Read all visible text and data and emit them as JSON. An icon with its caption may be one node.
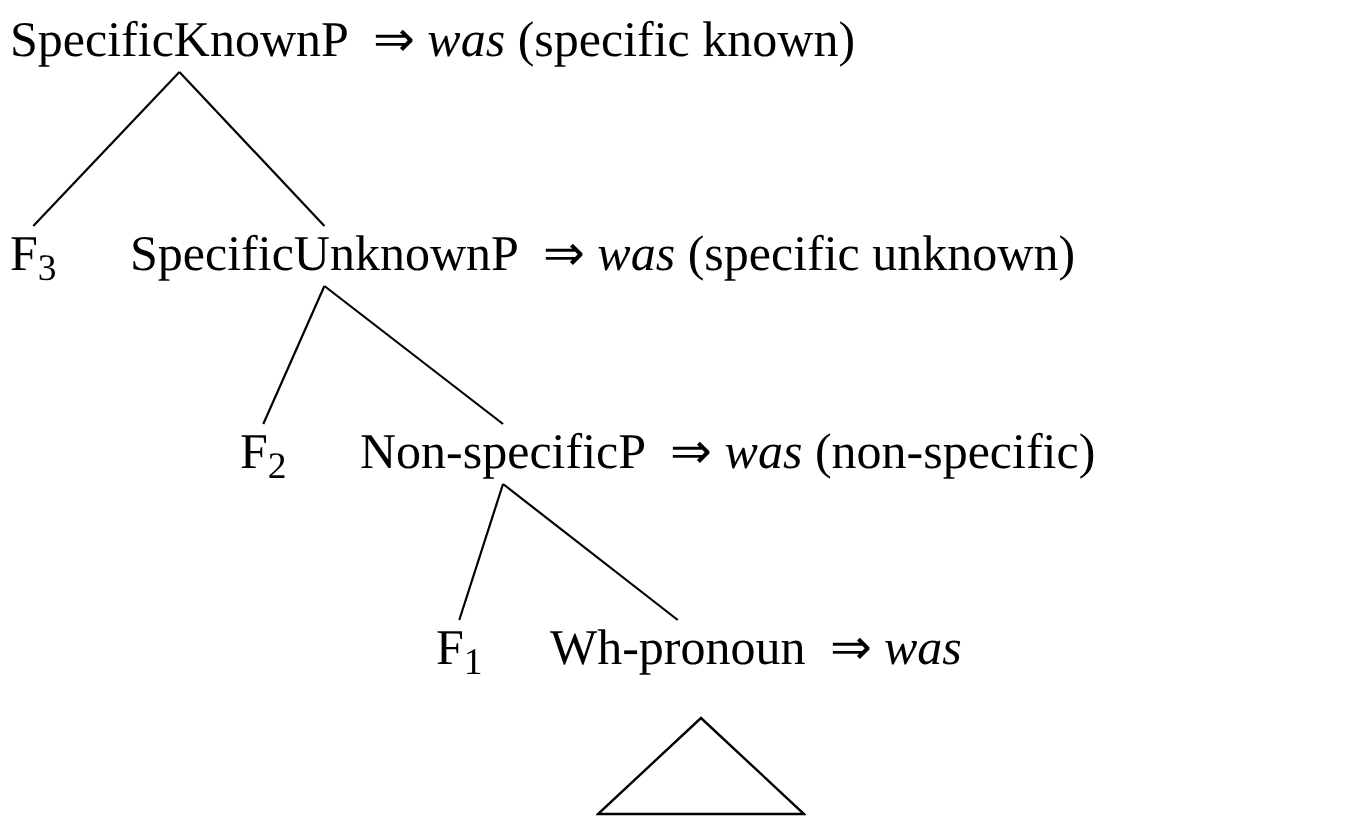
{
  "diagram": {
    "nodes": [
      {
        "text": [
          "SpecificKnownP"
        ],
        "beside": [
          "⇒ *was* (specific known)"
        ]
      },
      {
        "text": [
          "F$_{3}$"
        ]
      },
      {
        "text": [
          "SpecificUnknownP"
        ],
        "beside": [
          "⇒ *was* (specific unknown)"
        ]
      },
      {
        "text": [
          "F$_{2}$"
        ]
      },
      {
        "text": [
          "Non-specificP"
        ],
        "beside": [
          "⇒ *was* (non-specific)"
        ]
      },
      {
        "text": [
          "F$_{1}$"
        ]
      },
      {
        "text": [
          "Wh-pronoun"
        ],
        "beside": [
          "⇒ *was*"
        ]
      },
      {
        "text": [],
        "shape": "triangle"
      }
    ],
    "edges": [
      {
        "from": 0,
        "to": 1,
        "arrow": "none"
      },
      {
        "from": 0,
        "to": 2,
        "arrow": "none"
      },
      {
        "from": 2,
        "to": 3,
        "arrow": "none"
      },
      {
        "from": 2,
        "to": 4,
        "arrow": "none"
      },
      {
        "from": 4,
        "to": 5,
        "arrow": "none"
      },
      {
        "from": 4,
        "to": 6,
        "arrow": "none"
      }
    ]
  }
}
